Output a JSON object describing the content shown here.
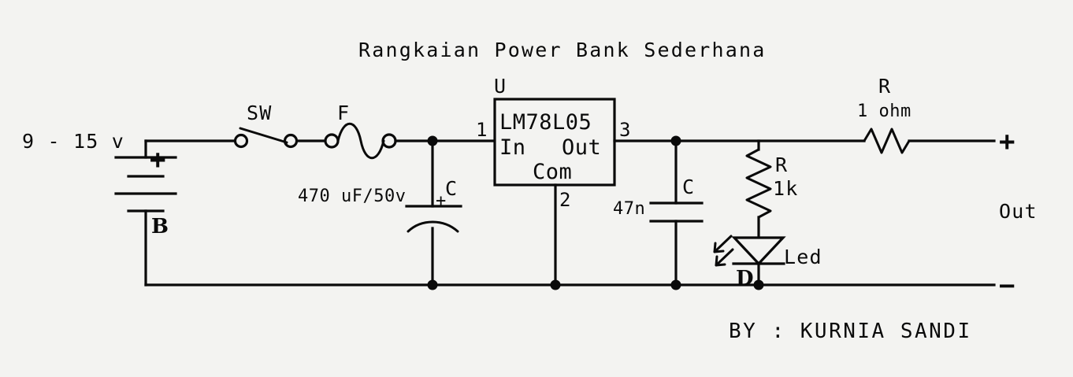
{
  "diagram": {
    "title": "Rangkaian Power Bank Sederhana",
    "credit": "BY : KURNIA SANDI",
    "background_color": "#f3f3f1",
    "ink_color": "#0a0a0a"
  },
  "source": {
    "voltage_label": "9 - 15 v",
    "designator": "B",
    "polarity_plus": "+"
  },
  "switch": {
    "designator": "SW"
  },
  "fuse": {
    "designator": "F"
  },
  "cap_input": {
    "designator": "C",
    "value": "470 uF/50v",
    "polarity_plus": "+"
  },
  "regulator": {
    "designator": "U",
    "part_number": "LM78L05",
    "pin_in_label": "In",
    "pin_out_label": "Out",
    "pin_com_label": "Com",
    "pin_in_number": "1",
    "pin_com_number": "2",
    "pin_out_number": "3"
  },
  "cap_output": {
    "designator": "C",
    "value": "47n"
  },
  "resistor_led": {
    "designator": "R",
    "value": "1k"
  },
  "led": {
    "designator": "D",
    "label": "Led"
  },
  "resistor_series": {
    "designator": "R",
    "value": "1 ohm"
  },
  "output": {
    "label": "Out",
    "terminal_positive": "+",
    "terminal_negative": "−"
  }
}
